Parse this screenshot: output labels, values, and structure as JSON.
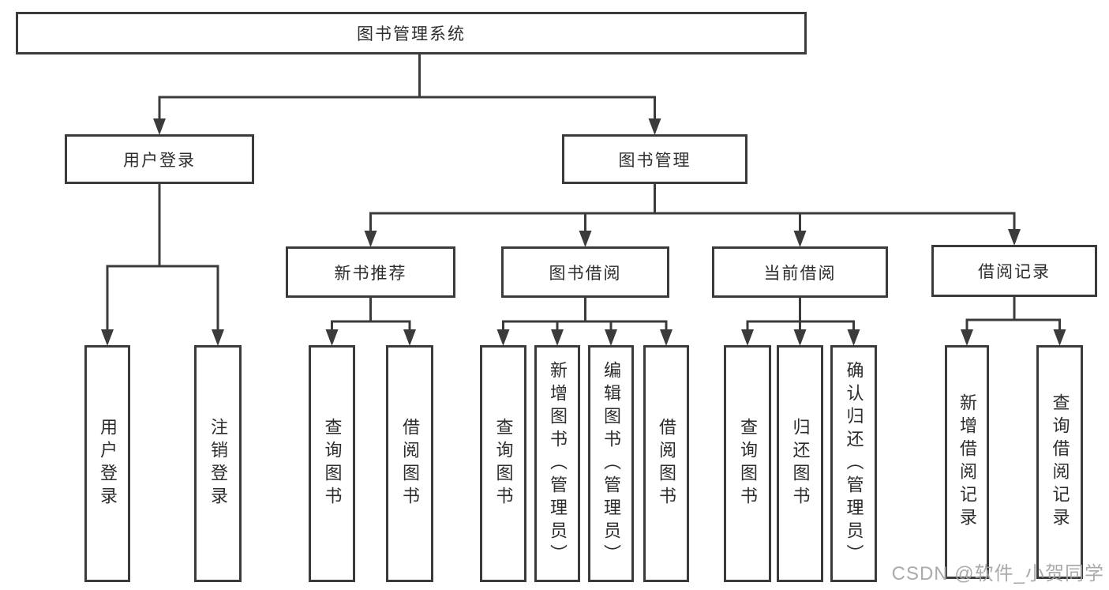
{
  "diagram": {
    "title": "图书管理系统",
    "level2": {
      "user_login": "用户登录",
      "book_mgmt": "图书管理"
    },
    "level3": {
      "new_books": "新书推荐",
      "borrowing": "图书借阅",
      "current": "当前借阅",
      "records": "借阅记录"
    },
    "leaves": {
      "login": "用户登录",
      "logout": "注销登录",
      "nb_query": "查询图书",
      "nb_borrow": "借阅图书",
      "bw_query": "查询图书",
      "bw_add": "新增图书（管理员）",
      "bw_edit": "编辑图书（管理员）",
      "bw_borrow": "借阅图书",
      "cu_query": "查询图书",
      "cu_return": "归还图书",
      "cu_confirm": "确认归还（管理员）",
      "rc_add": "新增借阅记录",
      "rc_query": "查询借阅记录"
    }
  },
  "watermark": "CSDN @软件_小贺同学",
  "colors": {
    "line": "#3b3b3b",
    "text": "#2d2d2d",
    "watermark": "#a3a3a3",
    "background": "#ffffff"
  }
}
